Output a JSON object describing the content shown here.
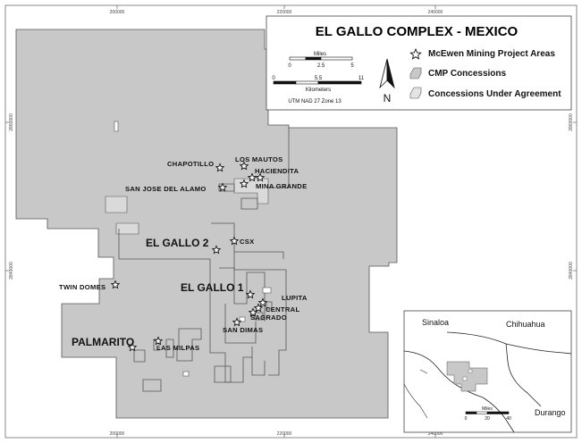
{
  "title": "EL GALLO COMPLEX - MEXICO",
  "grid_ticks": {
    "top": [
      "200000",
      "220000",
      "240000"
    ],
    "bottom": [
      "200000",
      "220000",
      "240000"
    ],
    "left": [
      "2860000",
      "2840000"
    ],
    "right": [
      "2860000",
      "2840000"
    ]
  },
  "scale_bar": {
    "miles_label": "Miles",
    "miles_ticks": [
      "0",
      "2.5",
      "5"
    ],
    "km_ticks": [
      "0",
      "5.5",
      "11"
    ],
    "km_label": "Kilometers",
    "projection": "UTM NAD 27 Zone 13"
  },
  "north_label": "N",
  "legend": [
    {
      "label": "McEwen Mining Project Areas",
      "symbol": "star"
    },
    {
      "label": "CMP Concessions",
      "symbol": "cmp-patch"
    },
    {
      "label": "Concessions Under Agreement",
      "symbol": "agreement-patch"
    }
  ],
  "colors": {
    "concession_fill": "#c8c8c8",
    "agreement_fill": "#e4e4e4",
    "outline": "#555555"
  },
  "district_labels": [
    "EL GALLO 2",
    "EL GALLO 1",
    "PALMARITO"
  ],
  "project_labels": [
    "CHAPOTILLO",
    "LOS MAUTOS",
    "HACIENDITA",
    "SAN JOSE DEL ALAMO",
    "MINA GRANDE",
    "CSX",
    "TWIN DOMES",
    "LUPITA",
    "CENTRAL",
    "SAGRADO",
    "SAN DIMAS",
    "LAS MILPAS"
  ],
  "inset": {
    "states": [
      "Sinaloa",
      "Chihuahua",
      "Durango"
    ],
    "scale_label": "Miles",
    "scale_ticks": [
      "0",
      "20",
      "40"
    ]
  }
}
